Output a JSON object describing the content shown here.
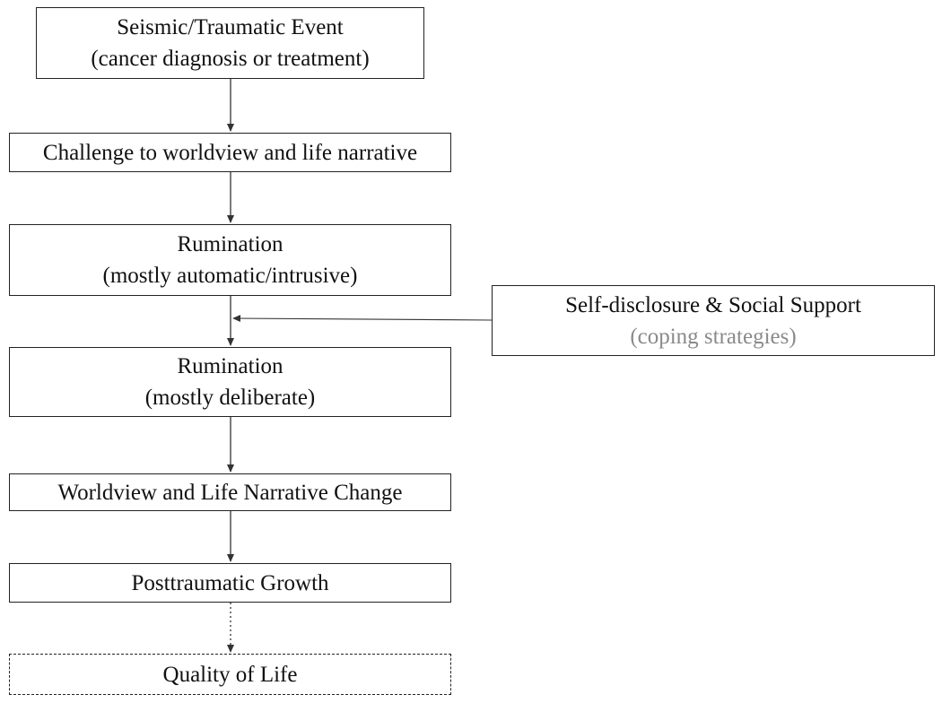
{
  "nodes": {
    "event": {
      "title": "Seismic/Traumatic Event",
      "subtitle": "(cancer diagnosis or treatment)"
    },
    "challenge": {
      "title": "Challenge to worldview and life narrative"
    },
    "rumination_auto": {
      "title": "Rumination",
      "subtitle": "(mostly automatic/intrusive)"
    },
    "support": {
      "title": "Self-disclosure & Social Support",
      "subtitle": "(coping strategies)"
    },
    "rumination_deliberate": {
      "title": "Rumination",
      "subtitle": "(mostly deliberate)"
    },
    "change": {
      "title": "Worldview and Life Narrative Change"
    },
    "growth": {
      "title": "Posttraumatic Growth"
    },
    "qol": {
      "title": "Quality of Life"
    }
  },
  "colors": {
    "border": "#222222",
    "text": "#111111",
    "muted_text": "#8a8a8a",
    "arrow": "#333333"
  }
}
